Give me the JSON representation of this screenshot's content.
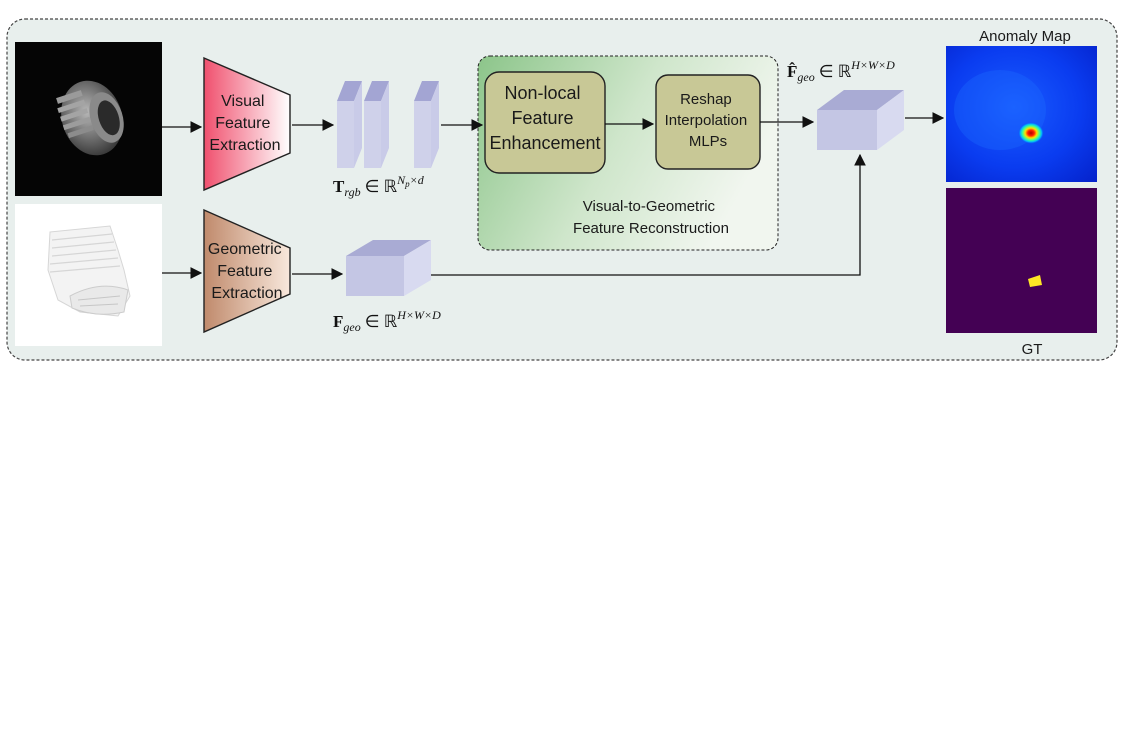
{
  "visual_block": {
    "lines": [
      "Visual",
      "Feature",
      "Extraction"
    ]
  },
  "geometric_block": {
    "lines": [
      "Geometric",
      "Feature",
      "Extraction"
    ]
  },
  "nonlocal_block": {
    "lines": [
      "Non-local",
      "Feature",
      "Enhancement"
    ]
  },
  "reshape_block": {
    "lines": [
      "Reshap",
      "Interpolation",
      "MLPs"
    ]
  },
  "reconstruction_label": {
    "lines": [
      "Visual-to-Geometric",
      "Feature Reconstruction"
    ]
  },
  "t_rgb_label": {
    "symbol": "T",
    "sub": "rgb",
    "in": "∈ ℝ",
    "sup_base": "N",
    "sup_sub": "p",
    "sup_rest": "×d"
  },
  "f_geo_label": {
    "symbol": "F",
    "sub": "geo",
    "in": "∈ ℝ",
    "sup": "H×W×D"
  },
  "f_geo_hat_label": {
    "symbol": "F̂",
    "sub": "geo",
    "in": "∈ ℝ",
    "sup": "H×W×D"
  },
  "anomaly_map_title": "Anomaly Map",
  "gt_title": "GT",
  "colors": {
    "panel_bg": "#e8efed",
    "visual_grad": [
      "#f0506e",
      "#ffffff"
    ],
    "geometric_grad": [
      "#c89477",
      "#f8e8dc"
    ],
    "block_fill": "#c8c896",
    "cube_front": "#c4c6e4",
    "cube_top": "#a9abd4",
    "cube_side": "#d8daf0",
    "gt_bg": "#440154",
    "gt_blob": "#fde725"
  }
}
